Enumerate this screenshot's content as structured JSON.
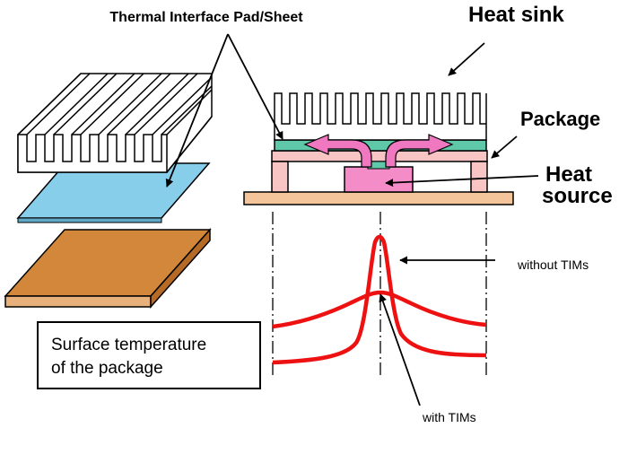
{
  "labels": {
    "thermal_interface": "Thermal Interface Pad/Sheet",
    "heat_sink": "Heat sink",
    "package": "Package",
    "heat_source_line1": "Heat",
    "heat_source_line2": "source",
    "without_tims": "without TIMs",
    "with_tims": "with TIMs"
  },
  "note": {
    "line1": "Surface temperature",
    "line2": "of the package"
  },
  "colors": {
    "tim_pad": "#87CEEB",
    "tim_layer": "#5FC8A8",
    "board": "#F4C49A",
    "package_body": "#F9C4C4",
    "heat_source": "#F48CC8",
    "heat_flow_arrow": "#F078C0",
    "copper_plate": "#D2873A",
    "temperature_curve": "#EE1111"
  }
}
